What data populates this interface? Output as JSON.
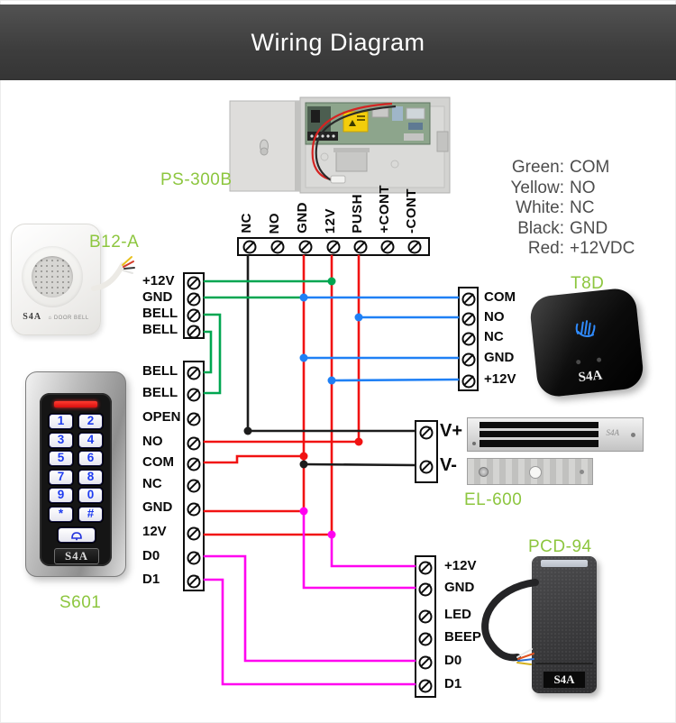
{
  "header": {
    "title": "Wiring Diagram"
  },
  "legend": {
    "rows": [
      {
        "name": "Green:",
        "value": "COM"
      },
      {
        "name": "Yellow:",
        "value": "NO"
      },
      {
        "name": "White:",
        "value": "NC"
      },
      {
        "name": "Black:",
        "value": "GND"
      },
      {
        "name": "Red:",
        "value": "+12VDC"
      }
    ]
  },
  "devices": {
    "power_supply": {
      "label": "PS-300B"
    },
    "door_bell": {
      "label": "B12-A",
      "brand": "S4A",
      "caption": "DOOR BELL"
    },
    "keypad": {
      "label": "S601",
      "brand": "S4A",
      "keys": [
        "1",
        "2",
        "3",
        "4",
        "5",
        "6",
        "7",
        "8",
        "9",
        "0",
        "*",
        "#"
      ]
    },
    "exit_button": {
      "label": "T8D",
      "brand": "S4A"
    },
    "maglock": {
      "label": "EL-600",
      "brand": "S4A"
    },
    "reader": {
      "label": "PCD-94",
      "brand": "S4A"
    }
  },
  "terminals": {
    "power": {
      "labels": [
        "NC",
        "NO",
        "GND",
        "12V",
        "PUSH",
        "+CONT",
        "-CONT"
      ]
    },
    "bell": {
      "labels": [
        "+12V",
        "GND",
        "BELL",
        "BELL"
      ]
    },
    "controller": {
      "labels": [
        "BELL",
        "BELL",
        "OPEN",
        "NO",
        "COM",
        "NC",
        "GND",
        "12V",
        "D0",
        "D1"
      ]
    },
    "exit_button": {
      "labels": [
        "COM",
        "NO",
        "NC",
        "GND",
        "+12V"
      ]
    },
    "maglock": {
      "labels": [
        "V+",
        "V-"
      ]
    },
    "reader": {
      "labels": [
        "+12V",
        "GND",
        "LED",
        "BEEP",
        "D0",
        "D1"
      ]
    }
  },
  "icons": {
    "door": "⌂"
  },
  "colors": {
    "wire_green": "#00a651",
    "wire_blue": "#1f80f5",
    "wire_red": "#f11212",
    "wire_black": "#1c1c1c",
    "wire_magenta": "#ff00f0",
    "label_green": "#8dc63f"
  }
}
